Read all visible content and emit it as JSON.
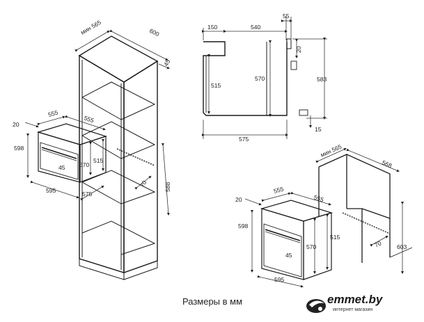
{
  "caption": "Размеры в мм",
  "logo": {
    "name": "emmet.by",
    "tagline": "интернет магазин"
  },
  "colors": {
    "line": "#1a1a1a",
    "dim": "#333333",
    "thin": "#555555"
  },
  "cabinet": {
    "depth_min": "мин 565",
    "width": "600",
    "top_offset": "45",
    "gap": "70",
    "height": "588"
  },
  "oven_left": {
    "width_top": "555",
    "depth_top": "555",
    "offset": "20",
    "height_front": "598",
    "inner_height": "570",
    "height_side": "515",
    "handle": "45",
    "width_bottom": "595",
    "depth_bottom": "575"
  },
  "side_view": {
    "front": "150",
    "depth": "540",
    "top_depth": "55",
    "small_step": "20",
    "h_left": "515",
    "h_mid": "570",
    "h_right": "583",
    "total_depth": "575",
    "bottom_gap": "15"
  },
  "cabinet_right": {
    "depth_min": "мин 565",
    "width": "568",
    "gap": "70",
    "height": "603"
  },
  "oven_right": {
    "width_top": "555",
    "depth_top": "555",
    "offset": "20",
    "height_front": "598",
    "inner_height": "570",
    "height_side": "515",
    "handle": "45",
    "width_bottom": "595"
  }
}
